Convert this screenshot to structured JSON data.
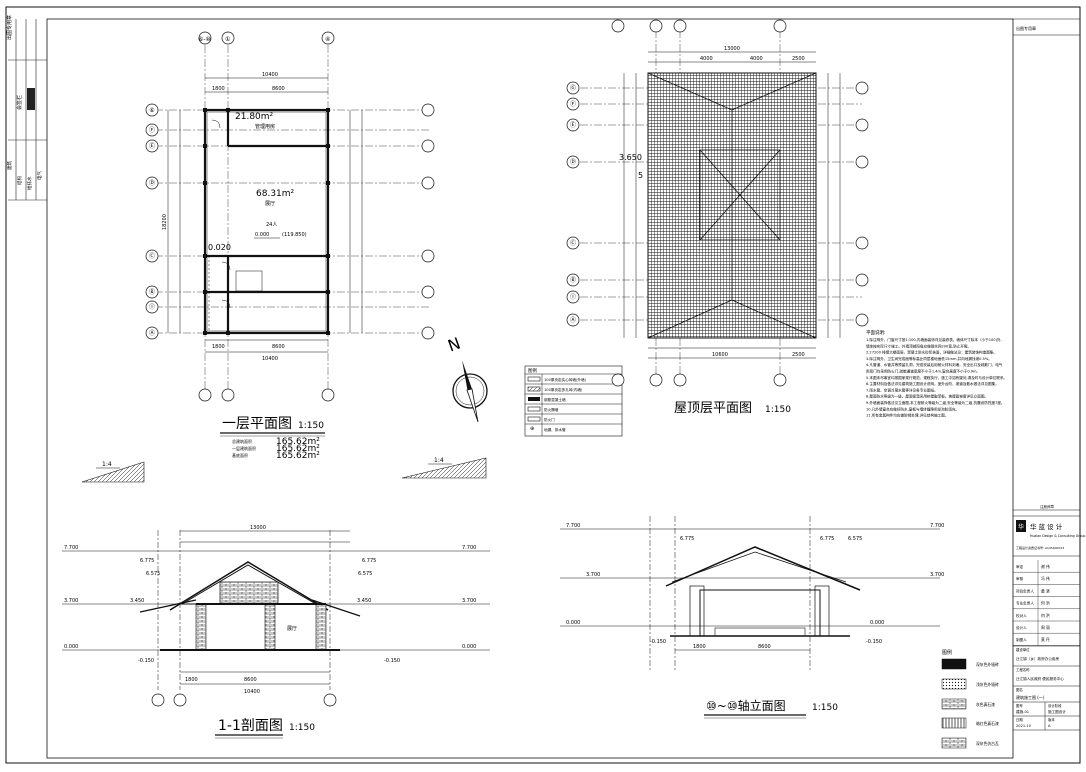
{
  "drawing": {
    "plan_title": "一层平面图",
    "plan_scale": "1:150",
    "roof_title": "屋顶层平面图",
    "roof_scale": "1:150",
    "section_title": "1-1剖面图",
    "section_scale": "1:150",
    "elev_title": "⑩~⑩轴立面图",
    "elev_scale": "1:150",
    "room_area_1": "21.80m²",
    "room_area_2": "68.31m²",
    "room_label_1": "管理用房",
    "room_label_2": "展厅",
    "room_note": "24人",
    "level_mark": "0.000",
    "level_note": "(119.850)",
    "level_side": "0.020",
    "area_stat_1": "165.62m²",
    "area_stat_2": "165.62m²",
    "area_stat_3": "165.62m²",
    "area_label_1": "总建筑面积",
    "area_label_2": "一层建筑面积",
    "area_label_3": "基底面积",
    "slope_1": "1:4",
    "slope_2": "1:4",
    "north": "N",
    "dim_total_x": "10400",
    "dim_1800": "1800",
    "dim_8600": "8600",
    "dim_total_y": "18200",
    "dim_13000": "13000",
    "dim_4000": "4000",
    "dim_2500": "2500",
    "dim_10600": "10600",
    "roof_dim_3650": "3.650",
    "roof_dim_5": "5",
    "sec_level_top": "7.700",
    "sec_level_mid": "6.775",
    "sec_level_eave": "6.575",
    "sec_level_3": "3.700",
    "sec_level_3b": "3.450",
    "sec_level_0": "0.000",
    "sec_level_neg": "-0.150",
    "sec_dim_10400": "10400",
    "sec_dim_8600": "8600",
    "sec_dim_1800": "1800",
    "sec_room": "展厅",
    "elev_level_top": "7.700",
    "elev_level_mid": "6.775",
    "elev_level_eave": "6.575",
    "elev_level_3": "3.700",
    "elev_level_0": "0.000",
    "elev_level_neg": "-0.150",
    "elev_dim_1800": "1800",
    "elev_dim_8600": "8600"
  },
  "plan_axes_top": [
    "⑥-⑩",
    "①",
    "④"
  ],
  "plan_axes_side": [
    "⑥",
    "Ⓕ",
    "Ⓔ",
    "Ⓓ",
    "Ⓒ",
    "Ⓑ",
    "Ⓘ",
    "Ⓐ"
  ],
  "roof_axes_side": [
    "Ⓖ",
    "Ⓕ",
    "Ⓔ",
    "Ⓓ",
    "Ⓒ",
    "Ⓑ",
    "Ⓘ",
    "Ⓐ"
  ],
  "notes": {
    "title": "平面说明:",
    "lines": [
      "1.除注明外，门窗尺寸按1:100,内墙面装饰详见装修表。墙体尺寸除本（小于100)外,",
      "   墙体按实际尺寸施工。外墙顶部阳角应做钢丝网200宽,防止开裂。",
      "2.27200 排烟大楼面层。混凝土防水砂浆抹面，详细做法见：建筑装饰构造图集。",
      "3.除注明外，卫生间完成面等标高比同层楼地面低15mm,并向地漏找坡0.5%。",
      "4.凡管道、水管井等预留孔洞，完成安装后用耐火材料封堵。安全出口及疏散门、电气",
      "   用房门均采用防火门,疏散通道宽度不小于1.4m,窗台高度不小于0.9m。",
      "5.本图未尽事宜均按国家现行规范、规程执行。施工中如有疑问,请及时与设计单位联系。",
      "6.主要材料及做法详见建筑施工图设计说明。室外台阶、坡道及散水做法详见图集。",
      "7.雨水管、空调冷凝水管等详见各专业图纸。",
      "8.屋面防水等级为一级，屋面保温采用挤塑聚苯板。坡屋面坡度详见立面图。",
      "9.外墙面装饰做法见立面图,本工程耐火等级为二级,安全等级为二级,抗震设防烈度7度。",
      "10.凡外墙窗台应做好防水,窗框与墙体缝隙用发泡胶填充。",
      "11.所有金属构件均应做防锈处理,详见结构施工图。"
    ]
  },
  "legend_plan": {
    "title": "图例",
    "items": [
      "100厚页岩实心砖墙(外墙)",
      "100厚页岩多孔砖(内墙)",
      "钢筋混凝土墙",
      "防火隔墙",
      "防火门",
      "地漏、排水管"
    ]
  },
  "legend_elev": {
    "title": "图例",
    "items": [
      "深灰色外墙砖",
      "浅灰色外墙砖",
      "灰色真石漆",
      "暗红色真石漆",
      "深灰色仿古瓦"
    ]
  },
  "left_strip": [
    "出图专用章",
    "会签栏",
    "建筑",
    "结构",
    "给排水",
    "电气",
    "暖通"
  ],
  "title_block": {
    "header_box": "出图专用章",
    "stamp": "注册师章",
    "company_mark": "华",
    "company_name": "华 蓝 设 计",
    "company_sub": "Hualan Design & Consulting Group",
    "qual": "工程设计资质证书号: A145000013",
    "rows": [
      {
        "k": "审定",
        "v": "谢 伟"
      },
      {
        "k": "审核",
        "v": "冯 伟"
      },
      {
        "k": "项目负责人",
        "v": "黄 坚"
      },
      {
        "k": "专业负责人",
        "v": "何 洪"
      },
      {
        "k": "校对人",
        "v": "何 洪"
      },
      {
        "k": "设计人",
        "v": "周 丽"
      },
      {
        "k": "制图人",
        "v": "莫 丹"
      }
    ],
    "client_label": "建设单位",
    "client": "迁江镇（乡）政府办公用房",
    "project_label": "工程名称",
    "project": "迁江镇人民政府 便民服务中心",
    "drawing_label": "图名",
    "drawing": "建筑施工图 (一)",
    "no_label": "图号",
    "no": "建施-01",
    "date_label": "日期",
    "date": "2021.10",
    "phase_label": "设计阶段",
    "phase": "施工图设计",
    "ver_label": "版本",
    "ver": "A"
  }
}
